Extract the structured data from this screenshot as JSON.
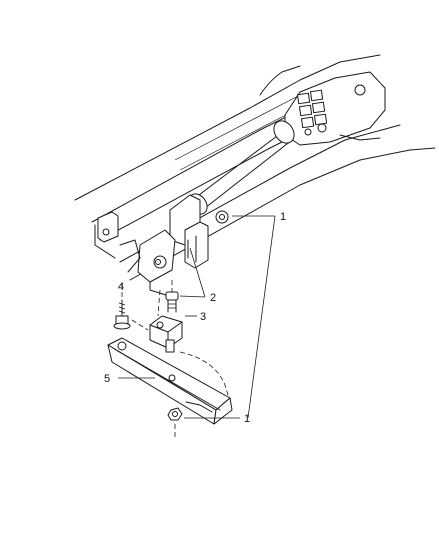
{
  "diagram": {
    "callouts": [
      {
        "id": "callout-1-top",
        "label": "1"
      },
      {
        "id": "callout-2",
        "label": "2"
      },
      {
        "id": "callout-3",
        "label": "3"
      },
      {
        "id": "callout-4",
        "label": "4"
      },
      {
        "id": "callout-5",
        "label": "5"
      },
      {
        "id": "callout-1-bottom",
        "label": "1"
      }
    ]
  }
}
